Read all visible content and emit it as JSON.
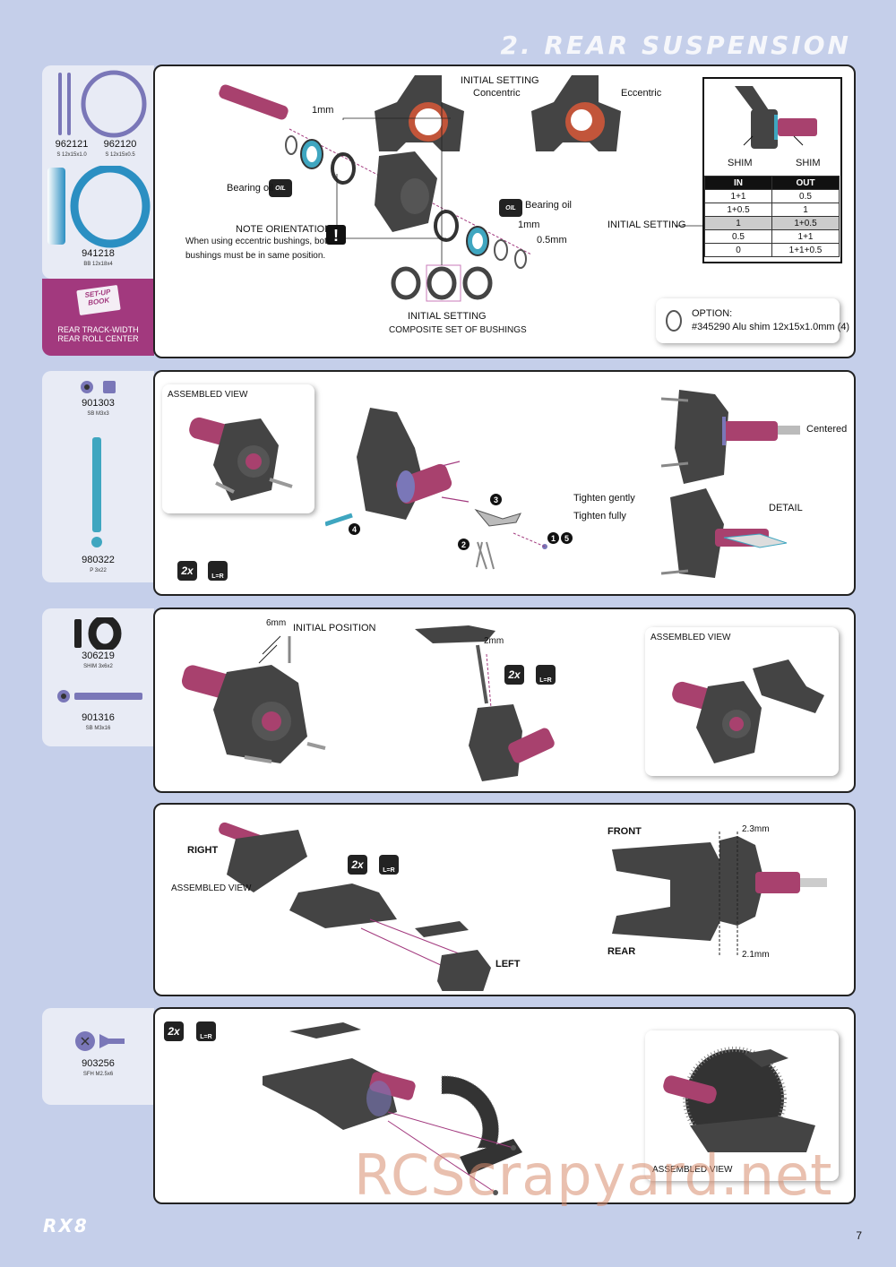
{
  "header": {
    "title": "2. REAR SUSPENSION"
  },
  "footer": {
    "logo": "RX8",
    "page_number": "7"
  },
  "watermark": "RCScrapyard.net",
  "colors": {
    "accent": "#a2397e",
    "page_bg": "#c5cfea",
    "part_pink": "#a8416e"
  },
  "step1": {
    "parts": [
      {
        "id": "962121",
        "desc": "S 12x15x1.0"
      },
      {
        "id": "962120",
        "desc": "S 12x15x0.5"
      },
      {
        "id": "941218",
        "desc": "BB 12x18x4"
      }
    ],
    "setup_book": {
      "badge_line1": "SET-UP",
      "badge_line2": "BOOK",
      "line1": "REAR TRACK-WIDTH",
      "line2": "REAR ROLL CENTER"
    },
    "labels": {
      "mm1_left": "1mm",
      "bearing_oil_left": "Bearing oil",
      "oil": "OIL",
      "note_title": "NOTE ORIENTATION",
      "note_line1": "When using eccentric bushings, both",
      "note_line2": "bushings must be in same position.",
      "initial_setting": "INITIAL SETTING",
      "concentric": "Concentric",
      "eccentric": "Eccentric",
      "bearing_oil_right": "Bearing oil",
      "mm1_right": "1mm",
      "mm05": "0.5mm",
      "composite_line1": "INITIAL SETTING",
      "composite_line2": "COMPOSITE SET OF BUSHINGS",
      "shim_in": "SHIM",
      "shim_out": "SHIM",
      "table_initial": "INITIAL SETTING"
    },
    "shim_table": {
      "headers": [
        "IN",
        "OUT"
      ],
      "rows": [
        [
          "1+1",
          "0.5"
        ],
        [
          "1+0.5",
          "1"
        ],
        [
          "1",
          "1+0.5"
        ],
        [
          "0.5",
          "1+1"
        ],
        [
          "0",
          "1+1+0.5"
        ]
      ]
    },
    "option": {
      "title": "OPTION:",
      "text": "#345290 Alu shim 12x15x1.0mm (4)"
    }
  },
  "step2": {
    "parts": [
      {
        "id": "901303",
        "desc": "SB M3x3"
      },
      {
        "id": "980322",
        "desc": "P 3x22"
      }
    ],
    "assembled_view": "ASSEMBLED VIEW",
    "tighten_gently": "Tighten gently",
    "tighten_fully": "Tighten fully",
    "centered": "Centered",
    "detail": "DETAIL",
    "badge_2x": "2x",
    "badge_lr": "L=R",
    "step_numbers": [
      "1",
      "2",
      "3",
      "4",
      "5"
    ]
  },
  "step3": {
    "parts": [
      {
        "id": "306219",
        "desc": "SHIM 3x6x2"
      },
      {
        "id": "901316",
        "desc": "SB M3x16"
      }
    ],
    "mm6": "6mm",
    "initial_position": "INITIAL POSITION",
    "mm2": "2mm",
    "assembled_view": "ASSEMBLED VIEW",
    "badge_2x": "2x",
    "badge_lr": "L=R"
  },
  "step4": {
    "right": "RIGHT",
    "left": "LEFT",
    "front": "FRONT",
    "rear": "REAR",
    "assembled_view": "ASSEMBLED VIEW",
    "mm23": "2.3mm",
    "mm21": "2.1mm",
    "badge_2x": "2x",
    "badge_lr": "L=R"
  },
  "step5": {
    "parts": [
      {
        "id": "903256",
        "desc": "SFH M2.5x6"
      }
    ],
    "assembled_view": "ASSEMBLED VIEW",
    "badge_2x": "2x",
    "badge_lr": "L=R"
  }
}
